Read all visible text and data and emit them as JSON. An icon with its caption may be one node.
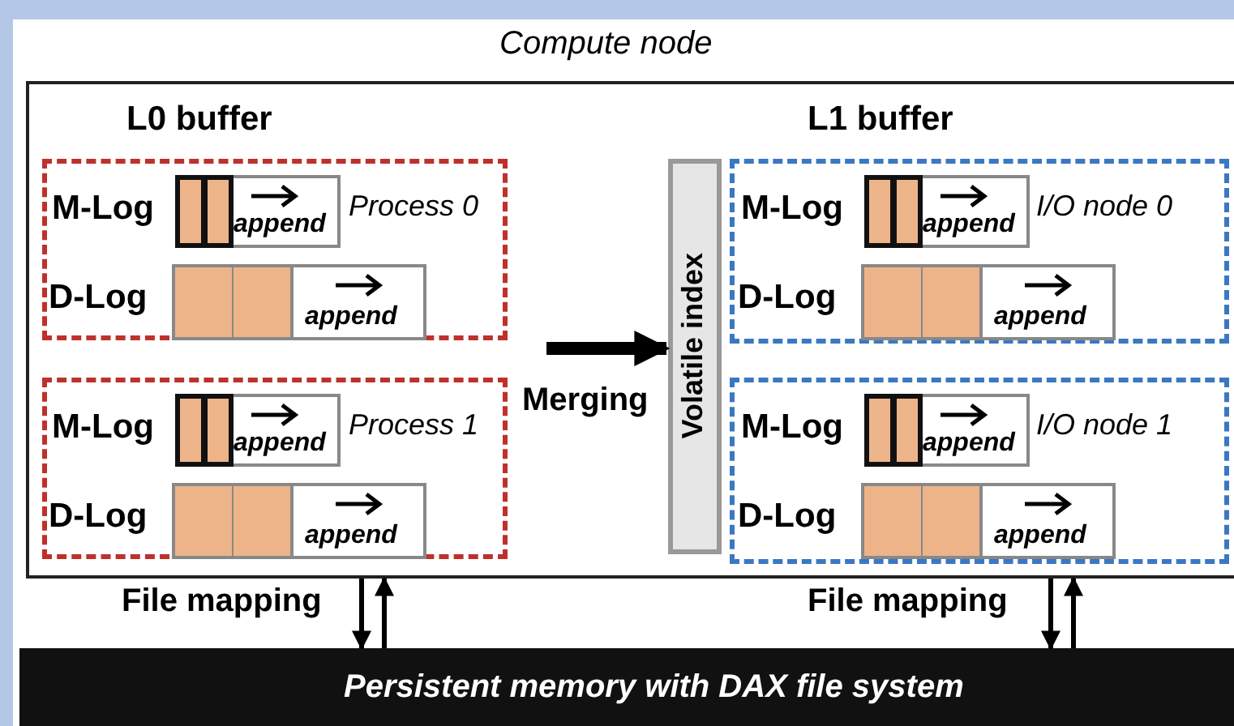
{
  "diagram": {
    "nodes": [
      {
        "text": [
          "Compute node"
        ]
      },
      {
        "text": [
          "Process 0"
        ],
        "in": 0
      },
      {
        "text": [
          "append"
        ],
        "beside": [
          "M-Log"
        ],
        "in": 1
      },
      {
        "text": [
          "append"
        ],
        "beside": [
          "D-Log"
        ],
        "in": 1
      },
      {
        "text": [
          "Process 1"
        ],
        "in": 0
      },
      {
        "text": [
          "append"
        ],
        "beside": [
          "M-Log"
        ],
        "in": 4
      },
      {
        "text": [
          "append"
        ],
        "beside": [
          "D-Log"
        ],
        "in": 4
      },
      {
        "text": [
          "Volatile index"
        ],
        "in": 0
      },
      {
        "text": [
          "I/O node 0"
        ],
        "in": 0
      },
      {
        "text": [
          "append"
        ],
        "beside": [
          "M-Log"
        ],
        "in": 8
      },
      {
        "text": [
          "append"
        ],
        "beside": [
          "D-Log"
        ],
        "in": 8
      },
      {
        "text": [
          "I/O node 1"
        ],
        "in": 0
      },
      {
        "text": [
          "append"
        ],
        "beside": [
          "M-Log"
        ],
        "in": 11
      },
      {
        "text": [
          "append"
        ],
        "beside": [
          "D-Log"
        ],
        "in": 11
      },
      {
        "text": [
          "Persistent memory with DAX file system"
        ]
      }
    ],
    "edges": [
      {
        "from": null,
        "to": 7,
        "arrow": "to",
        "label": "Merging",
        "style": "thick"
      },
      {
        "from": 0,
        "to": 14,
        "arrow": "to",
        "label": "File mapping"
      },
      {
        "from": 14,
        "to": 0,
        "arrow": "to"
      },
      {
        "from": 0,
        "to": 14,
        "arrow": "to",
        "label": "File mapping"
      },
      {
        "from": 14,
        "to": 0,
        "arrow": "to"
      }
    ],
    "labels": [
      "L0 buffer",
      "L1 buffer"
    ]
  }
}
